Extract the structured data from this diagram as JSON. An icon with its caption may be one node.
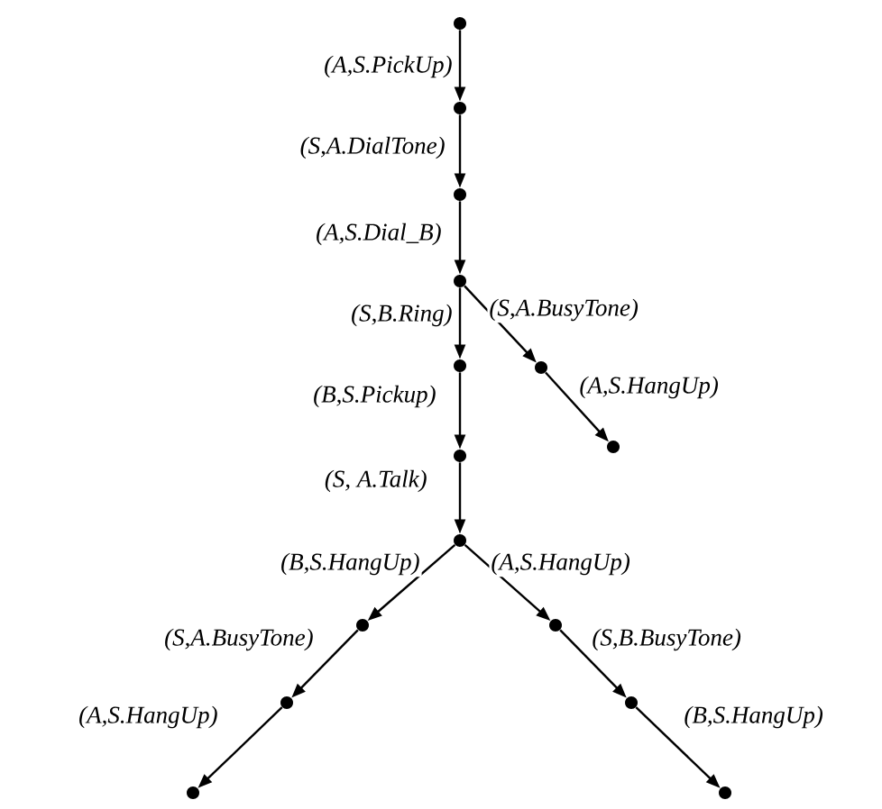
{
  "diagram": {
    "nodes": [
      {
        "text": [],
        "shape": "circle"
      },
      {
        "text": [],
        "shape": "circle"
      },
      {
        "text": [],
        "shape": "circle"
      },
      {
        "text": [],
        "shape": "circle"
      },
      {
        "text": [],
        "shape": "circle"
      },
      {
        "text": [],
        "shape": "circle"
      },
      {
        "text": [],
        "shape": "circle"
      },
      {
        "text": [],
        "shape": "circle"
      },
      {
        "text": [],
        "shape": "circle"
      },
      {
        "text": [],
        "shape": "circle"
      },
      {
        "text": [],
        "shape": "circle"
      },
      {
        "text": [],
        "shape": "circle"
      },
      {
        "text": [],
        "shape": "circle"
      },
      {
        "text": [],
        "shape": "circle"
      },
      {
        "text": [],
        "shape": "circle"
      }
    ],
    "edges": [
      {
        "from": 0,
        "to": 1,
        "arrow": "to",
        "label": "(A,S.PickUp)"
      },
      {
        "from": 1,
        "to": 2,
        "arrow": "to",
        "label": "(S,A.DialTone)"
      },
      {
        "from": 2,
        "to": 3,
        "arrow": "to",
        "label": "(A,S.Dial_B)"
      },
      {
        "from": 3,
        "to": 4,
        "arrow": "to",
        "label": "(S,B.Ring)"
      },
      {
        "from": 3,
        "to": 7,
        "arrow": "to",
        "label": "(S,A.BusyTone)"
      },
      {
        "from": 7,
        "to": 8,
        "arrow": "to",
        "label": "(A,S.HangUp)"
      },
      {
        "from": 4,
        "to": 5,
        "arrow": "to",
        "label": "(B,S.Pickup)"
      },
      {
        "from": 5,
        "to": 6,
        "arrow": "to",
        "label": "(S, A.Talk)"
      },
      {
        "from": 6,
        "to": 9,
        "arrow": "to",
        "label": "(B,S.HangUp)"
      },
      {
        "from": 9,
        "to": 10,
        "arrow": "to",
        "label": "(S,A.BusyTone)"
      },
      {
        "from": 10,
        "to": 11,
        "arrow": "to",
        "label": "(A,S.HangUp)"
      },
      {
        "from": 6,
        "to": 12,
        "arrow": "to",
        "label": "(A,S.HangUp)"
      },
      {
        "from": 12,
        "to": 13,
        "arrow": "to",
        "label": "(S,B.BusyTone)"
      },
      {
        "from": 13,
        "to": 14,
        "arrow": "to",
        "label": "(B,S.HangUp)"
      }
    ]
  }
}
